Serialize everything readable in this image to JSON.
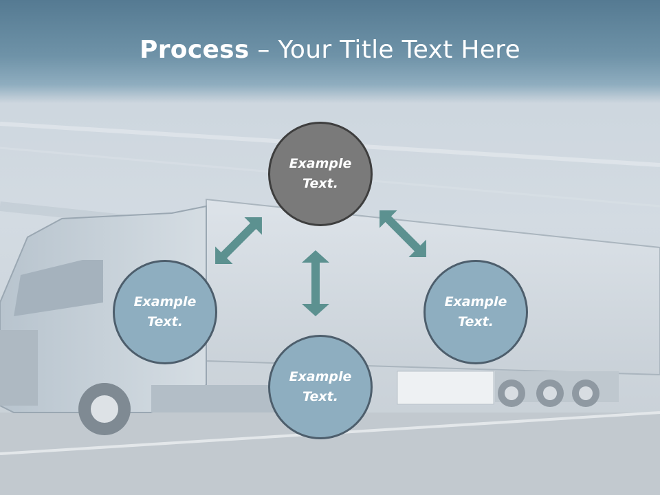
{
  "title": {
    "bold": "Process",
    "rest": " – Your Title Text Here"
  },
  "nodes": [
    {
      "line1": "Example",
      "line2": "Text."
    },
    {
      "line1": "Example",
      "line2": "Text."
    },
    {
      "line1": "Example",
      "line2": "Text."
    },
    {
      "line1": "Example",
      "line2": "Text."
    }
  ],
  "colors": {
    "header": "#5f859c",
    "node_fill": "#8eaec0",
    "center_fill": "#7a7a7a",
    "arrow": "#5c9190"
  }
}
